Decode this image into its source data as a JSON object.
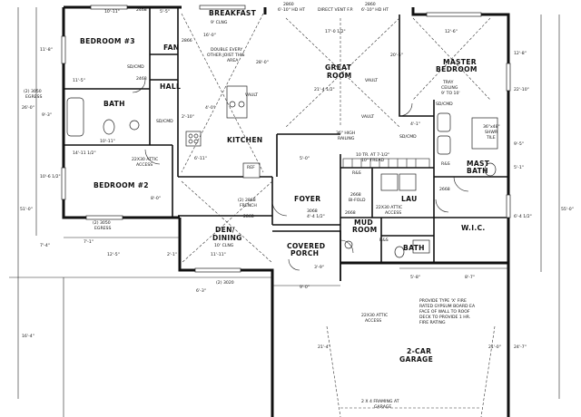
{
  "rooms": {
    "breakfast": "BREAKFAST",
    "bedroom3": "BEDROOM #3",
    "fan": "FAN",
    "hall": "HALL",
    "bath_left": "BATH",
    "bedroom2": "BEDROOM #2",
    "kitchen": "KITCHEN",
    "great_room_1": "GREAT",
    "great_room_2": "ROOM",
    "master_1": "MASTER",
    "master_2": "BEDROOM",
    "mast_bath_1": "MAST",
    "mast_bath_2": "BATH",
    "lau": "LAU",
    "foyer": "FOYER",
    "den_1": "DEN/",
    "den_2": "DINING",
    "mud_1": "MUD",
    "mud_2": "ROOM",
    "wic": "W.I.C.",
    "bath_small": "BATH",
    "covered_1": "COVERED",
    "covered_2": "PORCH",
    "garage_1": "2-CAR",
    "garage_2": "GARAGE"
  },
  "notes": {
    "breakfast_clg": "9' CLNG",
    "joist_1": "DOUBLE EVERY",
    "joist_2": "OTHER JOIST THIS",
    "joist_3": "AREA",
    "header_1": "2860",
    "header_2": "6'-10\" HD HT",
    "header_3": "DIRECT VENT F.P.",
    "header_4": "2860",
    "header_5": "6'-10\" HD HT",
    "tray_1": "TRAY",
    "tray_2": "CEILING",
    "tray_3": "9' TO 10'",
    "railing_1": "36\" HIGH",
    "railing_2": "RAILING",
    "treads": "10 TR. AT 7-1/2\"",
    "treads_2": "10\" TREAD",
    "attic_1": "22X30 ATTIC",
    "attic_2": "ACCESS",
    "attic_3": "22X30 ATTIC",
    "attic_4": "ACCESS",
    "attic_5": "22X30 ATTIC",
    "attic_6": "ACCESS",
    "french_1": "(2) 2868",
    "french_2": "FRENCH",
    "den_clg": "10' CLNG",
    "egress_1": "(2) 3050",
    "egress_2": "EGRESS",
    "egress_3": "(2) 3050",
    "egress_4": "EGRESS",
    "win_3020": "(2) 3020",
    "bifold_1": "2668",
    "bifold_2": "BI-FOLD",
    "vault_1": "VAULT",
    "vault_2": "VAULT",
    "vault_3": "VAULT",
    "firerated_1": "PROVIDE TYPE 'X' FIRE",
    "firerated_2": "RATED GYPSUM BOARD EA",
    "firerated_3": "FACE OF WALL TO ROOF",
    "firerated_4": "DECK TO PROVIDE 1 HR.",
    "firerated_5": "FIRE RATING",
    "framing_1": "2 X 4 FRAMING AT",
    "framing_2": "GARAGE",
    "sdcmd_1": "SD/CMD",
    "sdcmd_2": "SD/CMD",
    "sdcmd_3": "SD/CMD",
    "sdcmd_4": "SD/CMD",
    "ref": "REF",
    "vent_1": "36\"x48\"",
    "vent_2": "SHWR",
    "vent_3": "TILE"
  },
  "dims": {
    "d_10_11a": "10'-11\"",
    "d_5_5": "5'-5\"",
    "d_17_0": "17'-0 1/2\"",
    "d_12_6": "12'-6\"",
    "d_16_0": "16'-0\"",
    "d_11_8": "11'-8\"",
    "d_11_5": "11'-5\"",
    "d_26_0": "26'-0\"",
    "d_22_10": "22'-10\"",
    "d_20_5": "20'-5\"",
    "d_21_4": "21'-4 1/2\"",
    "d_28_0": "28'-0\"",
    "d_9_3": "9'-3\"",
    "d_10_11b": "10'-11\"",
    "d_14_11": "14'-11 1/2\"",
    "d_4_0": "4'-0\"",
    "d_2_10": "2'-10\"",
    "d_6_11": "6'-11\"",
    "d_9_5": "9'-5\"",
    "d_10_6": "10'-6 1/2\"",
    "d_51_0": "51'-0\"",
    "d_55_0": "55'-0\"",
    "d_8_0": "8'-0\"",
    "d_11_11": "11'-11\"",
    "d_7_1": "7'-1\"",
    "d_12_5": "12'-5\"",
    "d_2_1": "2'-1\"",
    "d_6_3": "6'-3\"",
    "d_7_4": "7'-4\"",
    "d_9_0": "9'-0\"",
    "d_5_8": "5'-8\"",
    "d_8_7": "8'-7\"",
    "d_24_7": "24'-7\"",
    "d_21_4b": "21'-4\"",
    "d_21_0": "21'-0\"",
    "d_16_4": "16'-4\"",
    "d_4_1": "4'-1\"",
    "d_5_0": "5'-0\"",
    "d_4_4": "4'-4 1/2\"",
    "d_3_9": "3'-9\"",
    "d_6_4": "6'-4 1/2\"",
    "d_5_1": "5'-1\"",
    "d_12_8": "12'-8\"",
    "d_2866": "2866",
    "d_2468a": "2468",
    "d_2468b": "2468",
    "d_2668a": "2668",
    "d_2668b": "2668",
    "d_3068": "3068",
    "d_2868": "2868",
    "d_r40a": "R&S",
    "d_r40b": "R&S",
    "d_r40c": "R&S"
  }
}
